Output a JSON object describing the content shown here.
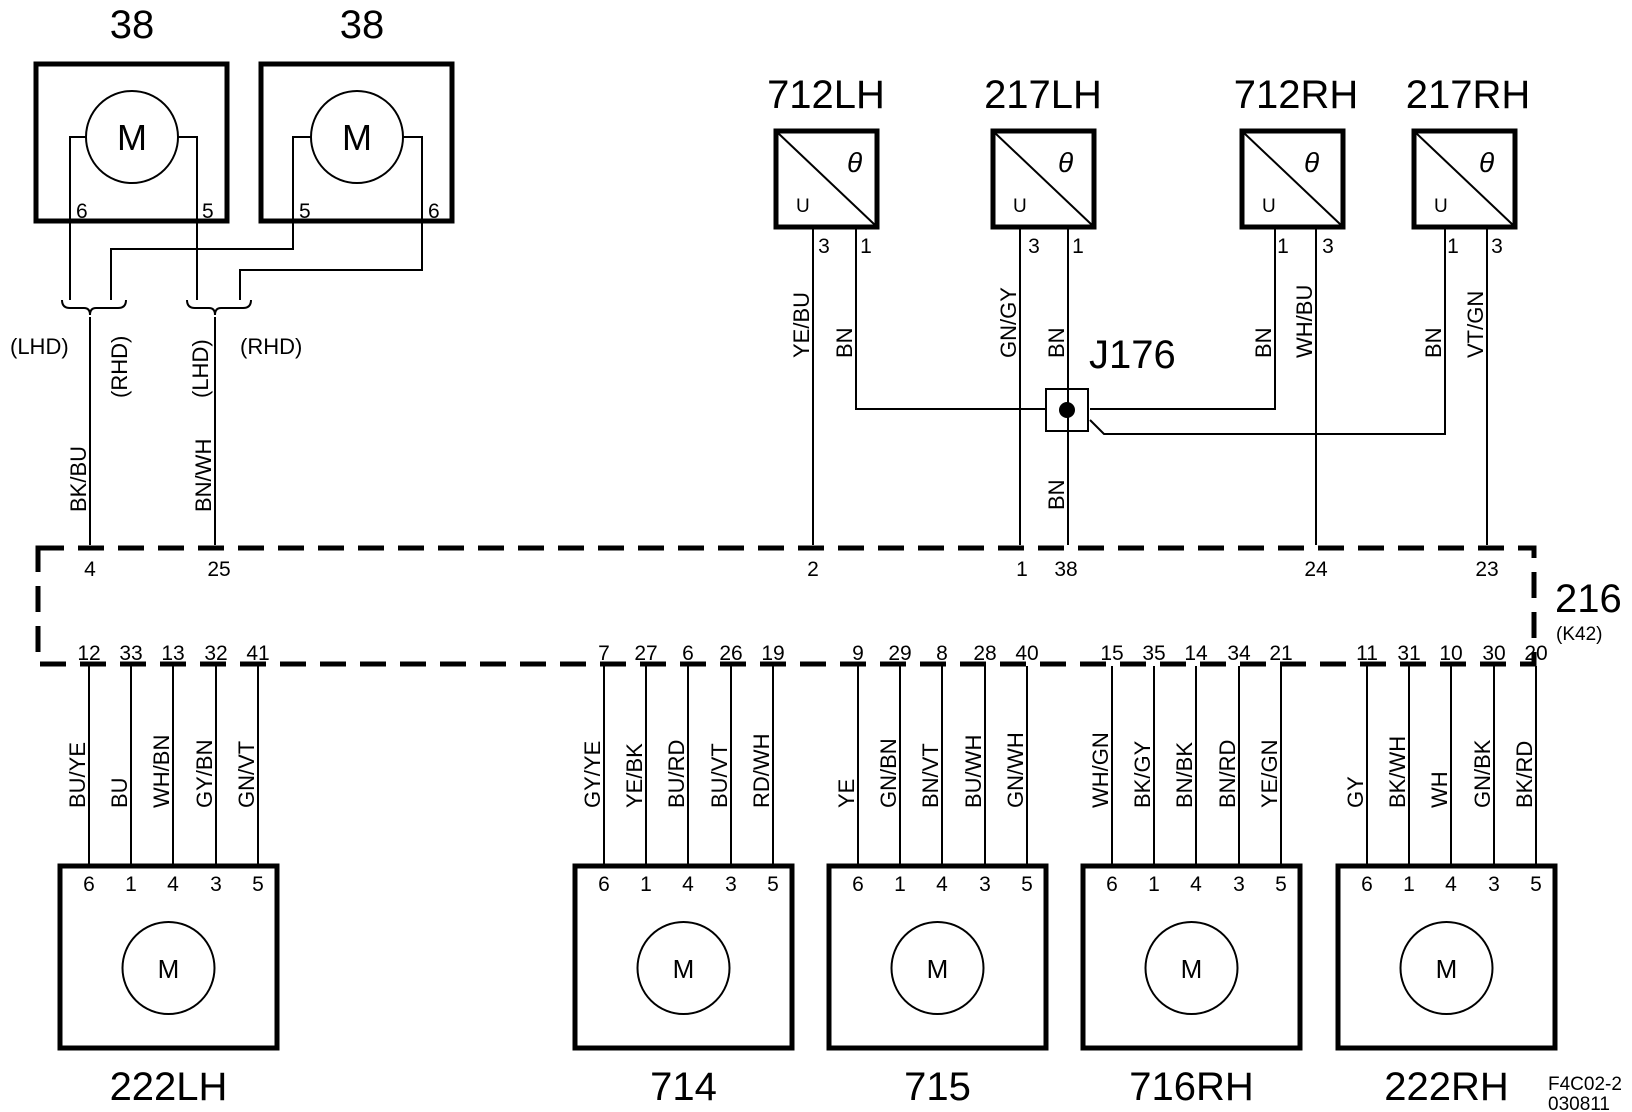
{
  "motors_top": [
    {
      "id": "38",
      "letter": "M",
      "pin_left": "6",
      "pin_right": "5"
    },
    {
      "id": "38",
      "letter": "M",
      "pin_left": "5",
      "pin_right": "6"
    }
  ],
  "lhd_rhd": [
    {
      "left": "(LHD)",
      "right": "(RHD)",
      "wire": "BK/BU",
      "ecu_pin": "4"
    },
    {
      "left": "(LHD)",
      "right": "(RHD)",
      "wire": "BN/WH",
      "ecu_pin": "25"
    }
  ],
  "sensors": [
    {
      "id": "712LH",
      "theta": "θ",
      "u": "U",
      "pin_a": "3",
      "pin_b": "1",
      "wire_a": "YE/BU",
      "wire_b": "BN",
      "ecu_pin": "2"
    },
    {
      "id": "217LH",
      "theta": "θ",
      "u": "U",
      "pin_a": "3",
      "pin_b": "1",
      "wire_a": "GN/GY",
      "wire_b": "BN",
      "ecu_pin": "1"
    },
    {
      "id": "712RH",
      "theta": "θ",
      "u": "U",
      "pin_a": "1",
      "pin_b": "3",
      "wire_a": "BN",
      "wire_b": "WH/BU",
      "ecu_pin": "24"
    },
    {
      "id": "217RH",
      "theta": "θ",
      "u": "U",
      "pin_a": "1",
      "pin_b": "3",
      "wire_a": "BN",
      "wire_b": "VT/GN",
      "ecu_pin": "23"
    }
  ],
  "junction": {
    "id": "J176",
    "wire": "BN",
    "ecu_pin": "38"
  },
  "ecu": {
    "id": "216",
    "sub": "(K42)"
  },
  "actuators": [
    {
      "id": "222LH",
      "letter": "M",
      "ecu_pins": [
        "12",
        "33",
        "13",
        "32",
        "41"
      ],
      "wires": [
        "BU/YE",
        "BU",
        "WH/BN",
        "GY/BN",
        "GN/VT"
      ],
      "pins": [
        "6",
        "1",
        "4",
        "3",
        "5"
      ]
    },
    {
      "id": "714",
      "letter": "M",
      "ecu_pins": [
        "7",
        "27",
        "6",
        "26",
        "19"
      ],
      "wires": [
        "GY/YE",
        "YE/BK",
        "BU/RD",
        "BU/VT",
        "RD/WH"
      ],
      "pins": [
        "6",
        "1",
        "4",
        "3",
        "5"
      ]
    },
    {
      "id": "715",
      "letter": "M",
      "ecu_pins": [
        "9",
        "29",
        "8",
        "28",
        "40"
      ],
      "wires": [
        "YE",
        "GN/BN",
        "BN/VT",
        "BU/WH",
        "GN/WH"
      ],
      "pins": [
        "6",
        "1",
        "4",
        "3",
        "5"
      ]
    },
    {
      "id": "716RH",
      "letter": "M",
      "ecu_pins": [
        "15",
        "35",
        "14",
        "34",
        "21"
      ],
      "wires": [
        "WH/GN",
        "BK/GY",
        "BN/BK",
        "BN/RD",
        "YE/GN"
      ],
      "pins": [
        "6",
        "1",
        "4",
        "3",
        "5"
      ]
    },
    {
      "id": "222RH",
      "letter": "M",
      "ecu_pins": [
        "11",
        "31",
        "10",
        "30",
        "20"
      ],
      "wires": [
        "GY",
        "BK/WH",
        "WH",
        "GN/BK",
        "BK/RD"
      ],
      "pins": [
        "6",
        "1",
        "4",
        "3",
        "5"
      ]
    }
  ],
  "figure_code": {
    "line1": "F4C02-2",
    "line2": "030811"
  }
}
